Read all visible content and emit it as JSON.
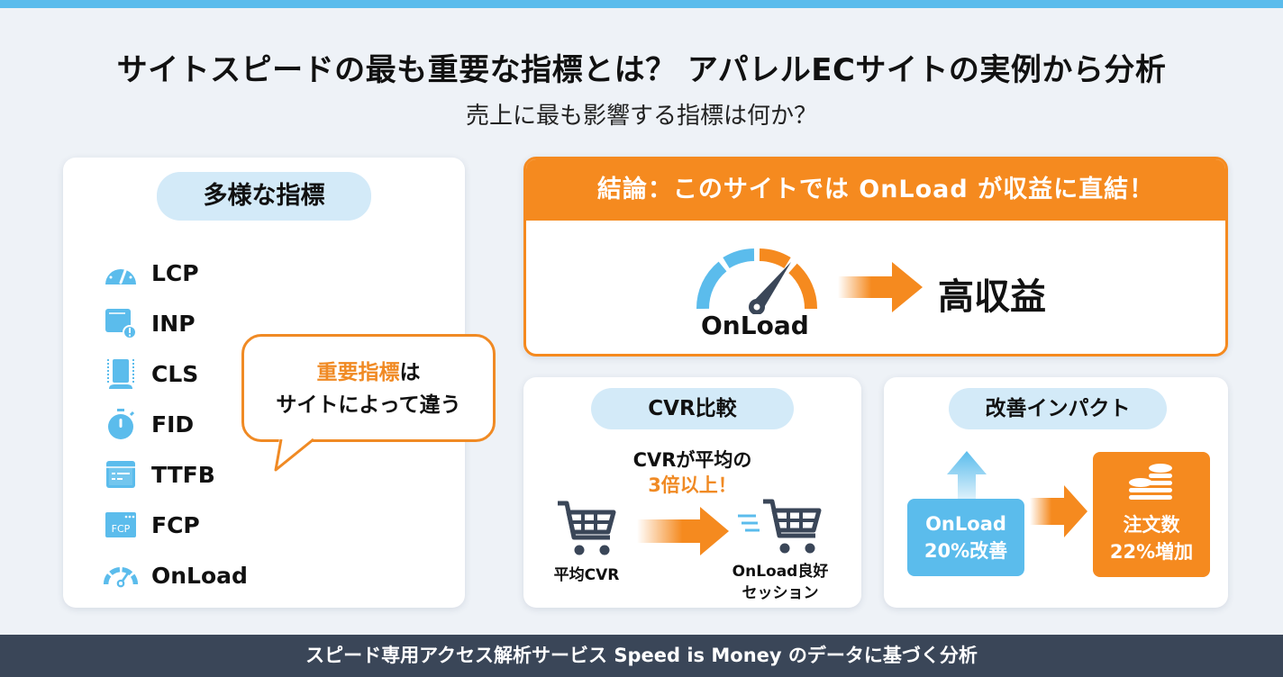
{
  "header": {
    "title": "サイトスピードの最も重要な指標とは？ アパレルECサイトの実例から分析",
    "subtitle": "売上に最も影響する指標は何か？"
  },
  "metrics_card": {
    "title": "多様な指標",
    "items": [
      {
        "label": "LCP",
        "icon": "gauge-icon"
      },
      {
        "label": "INP",
        "icon": "window-alert-icon"
      },
      {
        "label": "CLS",
        "icon": "layout-shift-icon"
      },
      {
        "label": "FID",
        "icon": "stopwatch-icon"
      },
      {
        "label": "TTFB",
        "icon": "browser-list-icon"
      },
      {
        "label": "FCP",
        "icon": "fcp-window-icon"
      },
      {
        "label": "OnLoad",
        "icon": "speedometer-icon"
      }
    ],
    "bubble": {
      "highlight": "重要指標",
      "line1_rest": "は",
      "line2": "サイトによって違う"
    }
  },
  "conclusion_card": {
    "header": "結論：このサイトでは OnLoad が収益に直結！",
    "gauge_label": "OnLoad",
    "result": "高収益"
  },
  "cvr_card": {
    "title": "CVR比較",
    "line1": "CVRが平均の",
    "line2": "3倍以上！",
    "left_label": "平均CVR",
    "right_label_1": "OnLoad良好",
    "right_label_2": "セッション"
  },
  "impact_card": {
    "title": "改善インパクト",
    "left_box_1": "OnLoad",
    "left_box_2": "20%改善",
    "right_box_1": "注文数",
    "right_box_2": "22%増加"
  },
  "footer": {
    "text": "スピード専用アクセス解析サービス Speed is Money のデータに基づく分析"
  },
  "colors": {
    "accent_blue": "#5bbcec",
    "accent_orange": "#f58a1f",
    "footer_bg": "#3a4658",
    "pill_bg": "#d3eaf8",
    "background": "#eef2f7"
  }
}
